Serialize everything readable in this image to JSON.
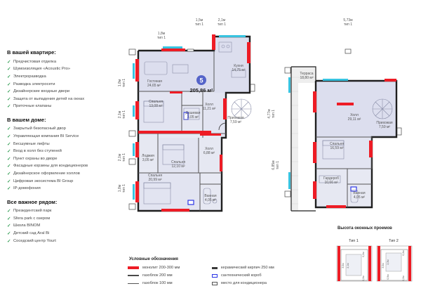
{
  "sidebar": {
    "apartment": {
      "title": "В вашей квартире:",
      "items": [
        "Предчистовая отделка",
        "Шумоизоляция «Acoustic Pro»",
        "Электроразводка",
        "Разводка электросети",
        "Дизайнерские входные двери",
        "Защита от выпадения детей на окнах",
        "Приточные клапаны"
      ]
    },
    "building": {
      "title": "В вашем доме:",
      "items": [
        "Закрытый безопасный двор",
        "Управляющая компания BI Service",
        "Бесшумные лифты",
        "Вход в холл без ступеней",
        "Пункт охраны во дворе",
        "Фасадные корзины для кондиционеров",
        "Дизайнерское оформление холлов",
        "Цифровая экосистема BI Group",
        "IP-домофония"
      ]
    },
    "nearby": {
      "title": "Все важное рядом:",
      "items": [
        "Президентский парк",
        "Sfera park с озером",
        "Школа BINOM",
        "Детский сад Aral Bi",
        "Соседский центр Yourt"
      ]
    }
  },
  "plan": {
    "badge": "5",
    "total_area": "205,86 м²",
    "dims": {
      "w18": "1,8м",
      "w18_type": "тип 1",
      "w15": "1,5м",
      "w15_type": "тип 1",
      "w21": "2,1м",
      "w21_type": "тип 1",
      "w573": "5,73м",
      "w573_type": "тип 1",
      "l18a": "1,8м",
      "l18a_type": "тип 1",
      "l21a": "2,1м",
      "l21a_type": "тип 1",
      "l21b": "2,1м",
      "l21b_type": "тип 1",
      "l18b": "1,8м",
      "l18b_type": "тип 1",
      "r477": "4,77м",
      "r477_type": "тип 1",
      "r685": "6,85м",
      "r685_type": "тип 1"
    },
    "rooms": [
      {
        "name": "Гостиная",
        "area": "24,65 м²"
      },
      {
        "name": "Кухня",
        "area": "14,75 м²"
      },
      {
        "name": "Спальня",
        "area": "13,08 м²"
      },
      {
        "name": "Душевая",
        "area": "3,05 м²"
      },
      {
        "name": "Холл",
        "area": "11,21 м²"
      },
      {
        "name": "Прихожая",
        "area": "7,59 м²"
      },
      {
        "name": "Лоджия",
        "area": "3,05 м²"
      },
      {
        "name": "Спальня",
        "area": "12,10 м²"
      },
      {
        "name": "Холл",
        "area": "6,88 м²"
      },
      {
        "name": "Спальня",
        "area": "20,99 м²"
      },
      {
        "name": "Ванная",
        "area": "4,05 м²"
      },
      {
        "name": "Терраса",
        "area": "18,80 м²"
      },
      {
        "name": "Холл",
        "area": "29,11 м²"
      },
      {
        "name": "Прихожая",
        "area": "7,59 м²"
      },
      {
        "name": "Спальня",
        "area": "16,59 м²"
      },
      {
        "name": "Гардероб",
        "area": "10,66 м²"
      },
      {
        "name": "Ванная",
        "area": "4,05 м²"
      }
    ]
  },
  "legend": {
    "title": "Условные обозначения",
    "items": [
      "монолит 200-300 мм",
      "керамический кирпич 250 мм",
      "газоблок 200 мм",
      "сантехнический короб",
      "газоблок 100 мм",
      "место для кондиционера"
    ]
  },
  "windows": {
    "title": "Высота оконных проемов",
    "type1": "Тип 1",
    "type2": "Тип 2",
    "t1_dims": [
      "3,0м",
      "2,1м",
      "0,2м",
      "0,2м"
    ],
    "t2_dims": [
      "3,0м",
      "2,3м",
      "0,5м",
      "0,2м",
      "0,2м"
    ]
  }
}
